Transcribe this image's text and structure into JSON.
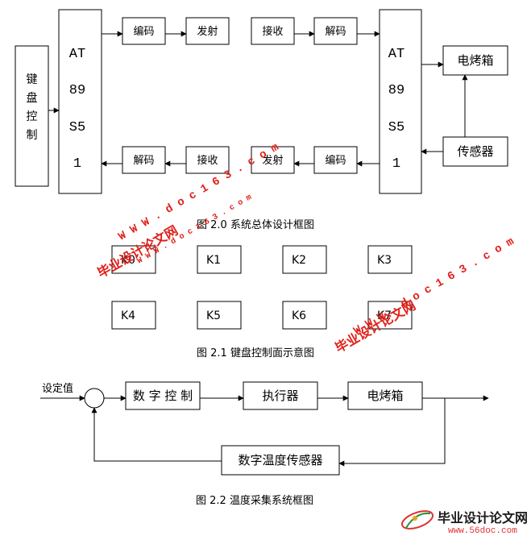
{
  "figure1": {
    "keyboard_label": [
      "键",
      "盘",
      "控",
      "制"
    ],
    "mcu_left_label": [
      "AT",
      "89",
      "S5",
      "1"
    ],
    "mcu_right_label": [
      "AT",
      "89",
      "S5",
      "1"
    ],
    "top_encode": "编码",
    "top_transmit": "发射",
    "top_receive": "接收",
    "top_decode": "解码",
    "oven": "电烤箱",
    "sensor": "传感器",
    "bottom_decode": "解码",
    "bottom_receive": "接收",
    "bottom_transmit": "发射",
    "bottom_encode": "编码",
    "caption": "图 2.0 系统总体设计框图"
  },
  "figure2": {
    "keys": [
      "K0",
      "K1",
      "K2",
      "K3",
      "K4",
      "K5",
      "K6",
      "K7"
    ],
    "caption": "图 2.1 键盘控制面示意图"
  },
  "figure3": {
    "setpoint": "设定值",
    "digital_control": "数 字 控 制",
    "actuator": "执行器",
    "oven": "电烤箱",
    "temp_sensor": "数字温度传感器",
    "caption": "图 2.2 温度采集系统框图"
  },
  "watermarks": {
    "site_name": "毕业设计论文网",
    "site_url": "W W W . d o c 1 6 3 . c o m",
    "corner_logo_name": "毕业设计论文网",
    "corner_logo_url": "www.56doc.com"
  },
  "colors": {
    "ink": "#000000",
    "watermark": "#e0201a",
    "corner_logo_text": "#1a1a1a"
  }
}
